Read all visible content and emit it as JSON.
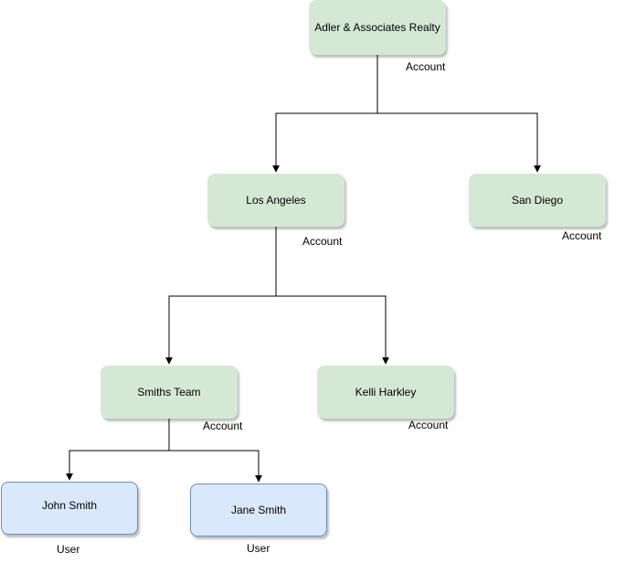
{
  "nodes": {
    "adler": {
      "label": "Adler & Associates Realty",
      "type": "Account"
    },
    "los_angeles": {
      "label": "Los Angeles",
      "type": "Account"
    },
    "san_diego": {
      "label": "San Diego",
      "type": "Account"
    },
    "smiths_team": {
      "label": "Smiths Team",
      "type": "Account"
    },
    "kelli_harkley": {
      "label": "Kelli Harkley",
      "type": "Account"
    },
    "john_smith": {
      "label": "John Smith",
      "type": "User"
    },
    "jane_smith": {
      "label": "Jane Smith",
      "type": "User"
    }
  },
  "edges": [
    {
      "from": "adler",
      "to": "los_angeles"
    },
    {
      "from": "adler",
      "to": "san_diego"
    },
    {
      "from": "los_angeles",
      "to": "smiths_team"
    },
    {
      "from": "los_angeles",
      "to": "kelli_harkley"
    },
    {
      "from": "smiths_team",
      "to": "john_smith"
    },
    {
      "from": "smiths_team",
      "to": "jane_smith"
    }
  ],
  "colors": {
    "account_fill": "#d5e8d4",
    "user_fill": "#dae8fc",
    "user_border": "#6c8ebf",
    "connector": "#000000"
  }
}
